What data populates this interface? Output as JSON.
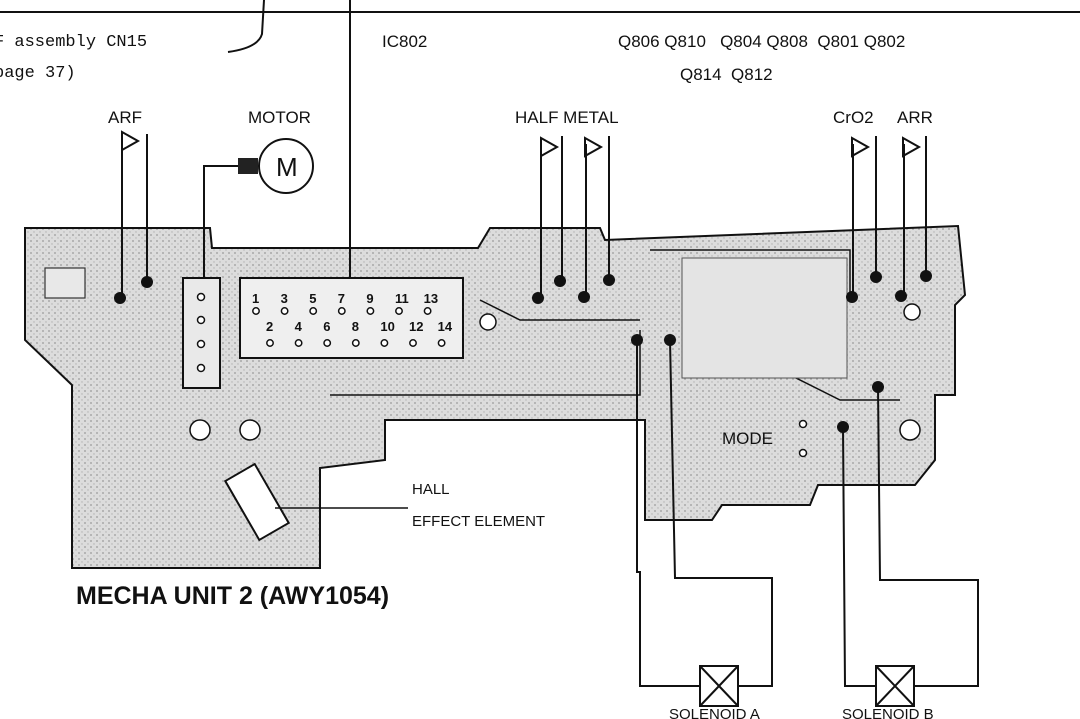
{
  "header": {
    "ref_line1": "F assembly CN15",
    "ref_line2": "page 37)"
  },
  "ics": {
    "ic": "IC802",
    "transistors_row1": "Q806 Q810   Q804 Q808  Q801 Q802",
    "transistors_row2": "Q814  Q812"
  },
  "components": {
    "arf": "ARF",
    "motor": "MOTOR",
    "motor_symbol": "M",
    "half_metal": "HALF METAL",
    "cro2": "CrO2",
    "arr": "ARR",
    "mode": "MODE",
    "hall_line1": "HALL",
    "hall_line2": "EFFECT ELEMENT",
    "solenoid_a": "SOLENOID A",
    "solenoid_b": "SOLENOID B"
  },
  "board_title": "MECHA UNIT 2 (AWY1054)",
  "connector_pins": [
    "1",
    "2",
    "3",
    "4",
    "5",
    "6",
    "7",
    "8",
    "9",
    "10",
    "11",
    "12",
    "13",
    "14"
  ],
  "colors": {
    "ink": "#111111",
    "board_fill": "#d6d6d6",
    "paper": "#ffffff"
  }
}
